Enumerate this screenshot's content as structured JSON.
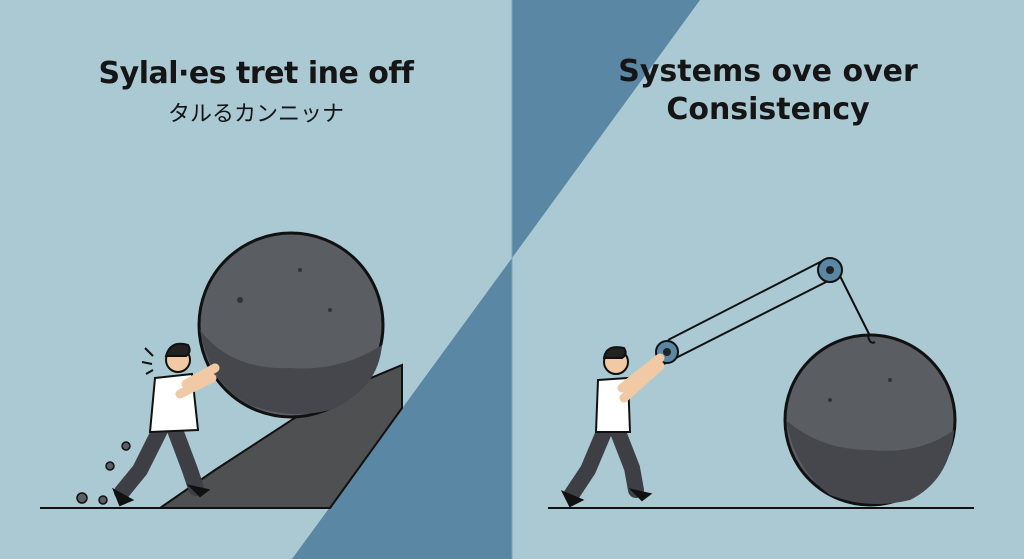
{
  "left_panel": {
    "title_line1": "Sylal·es tret ine off",
    "title_line2": "タルるカンニッナ"
  },
  "right_panel": {
    "title_line1": "Systems ove over",
    "title_line2": "Consistency"
  },
  "colors": {
    "background": "#aac9d3",
    "diagonal_band": "#5a87a3",
    "boulder": "#5a5d62",
    "boulder_shadow": "#45474c",
    "slope": "#4f5052",
    "shirt": "#ffffff",
    "pants": "#3d3f44",
    "skin": "#f1c9a5",
    "outline": "#111111"
  }
}
